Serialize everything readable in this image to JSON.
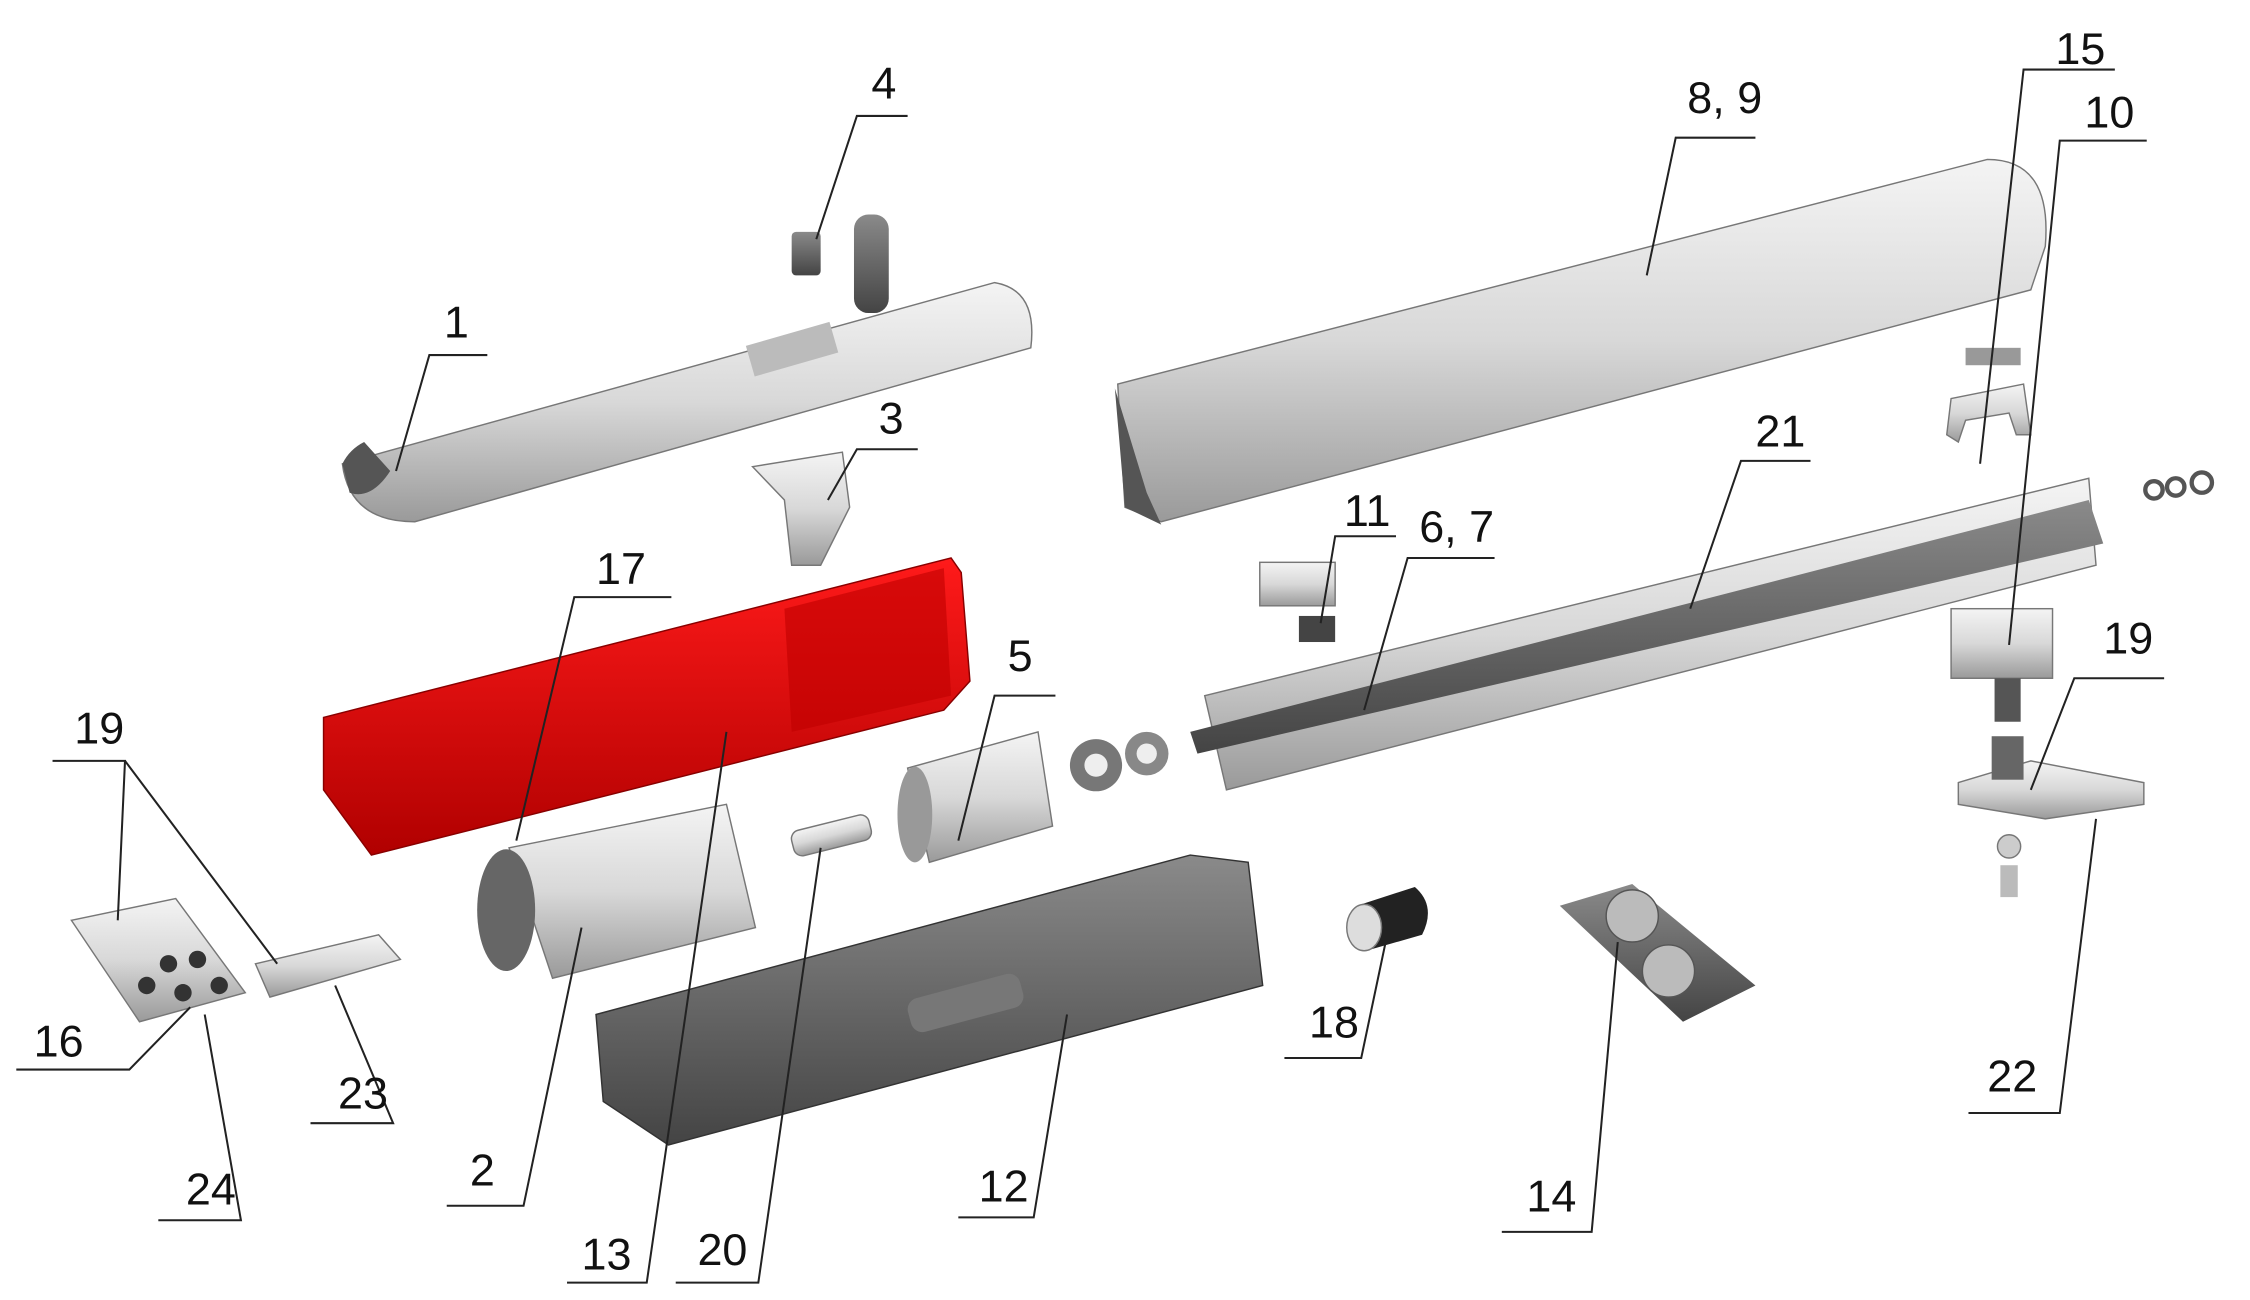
{
  "title": "Exploded parts diagram",
  "colors": {
    "housing": "#e30613",
    "metal": "#d9d9d9",
    "dark": "#5a5a5a",
    "line": "#222222"
  },
  "labels": {
    "p1": "1",
    "p2": "2",
    "p3": "3",
    "p4": "4",
    "p5": "5",
    "p67": "6, 7",
    "p89": "8, 9",
    "p10": "10",
    "p11": "11",
    "p12": "12",
    "p13": "13",
    "p14": "14",
    "p15": "15",
    "p16": "16",
    "p17": "17",
    "p18": "18",
    "p19a": "19",
    "p19b": "19",
    "p20": "20",
    "p21": "21",
    "p22": "22",
    "p23": "23",
    "p24": "24"
  }
}
